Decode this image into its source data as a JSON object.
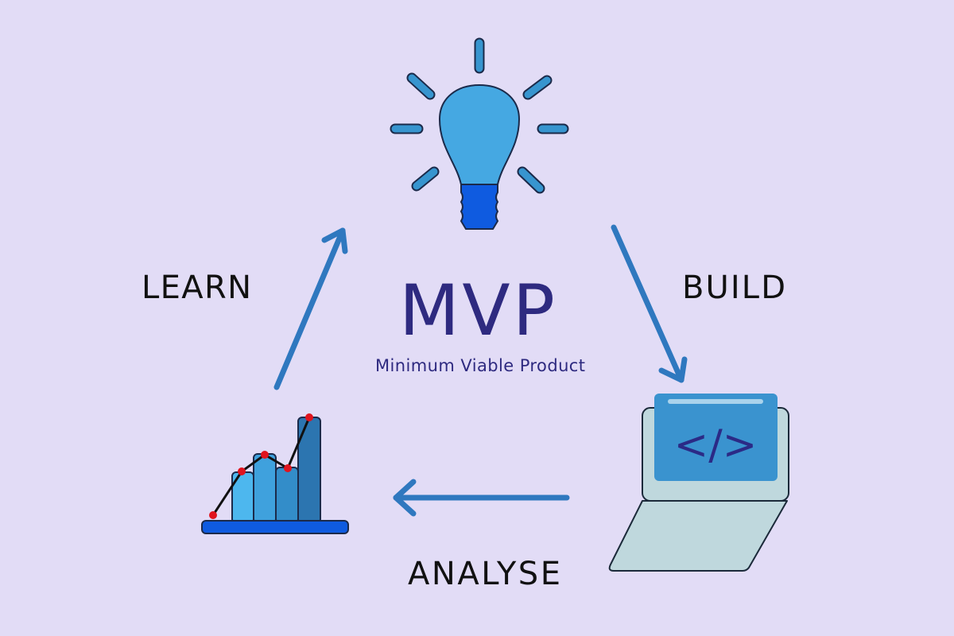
{
  "title": "MVP",
  "subtitle": "Minimum Viable Product",
  "stages": {
    "build": "BUILD",
    "analyse": "ANALYSE",
    "learn": "LEARN"
  },
  "code_symbol": "</>",
  "colors": {
    "background": "#e2dcf6",
    "title": "#2e2a80",
    "arrow": "#2f78bf",
    "bulb": "#45a8e2",
    "bulb_base": "#0f5be0",
    "screen": "#3a93cf",
    "laptop": "#bfd8dd",
    "points": "#e0141e"
  }
}
